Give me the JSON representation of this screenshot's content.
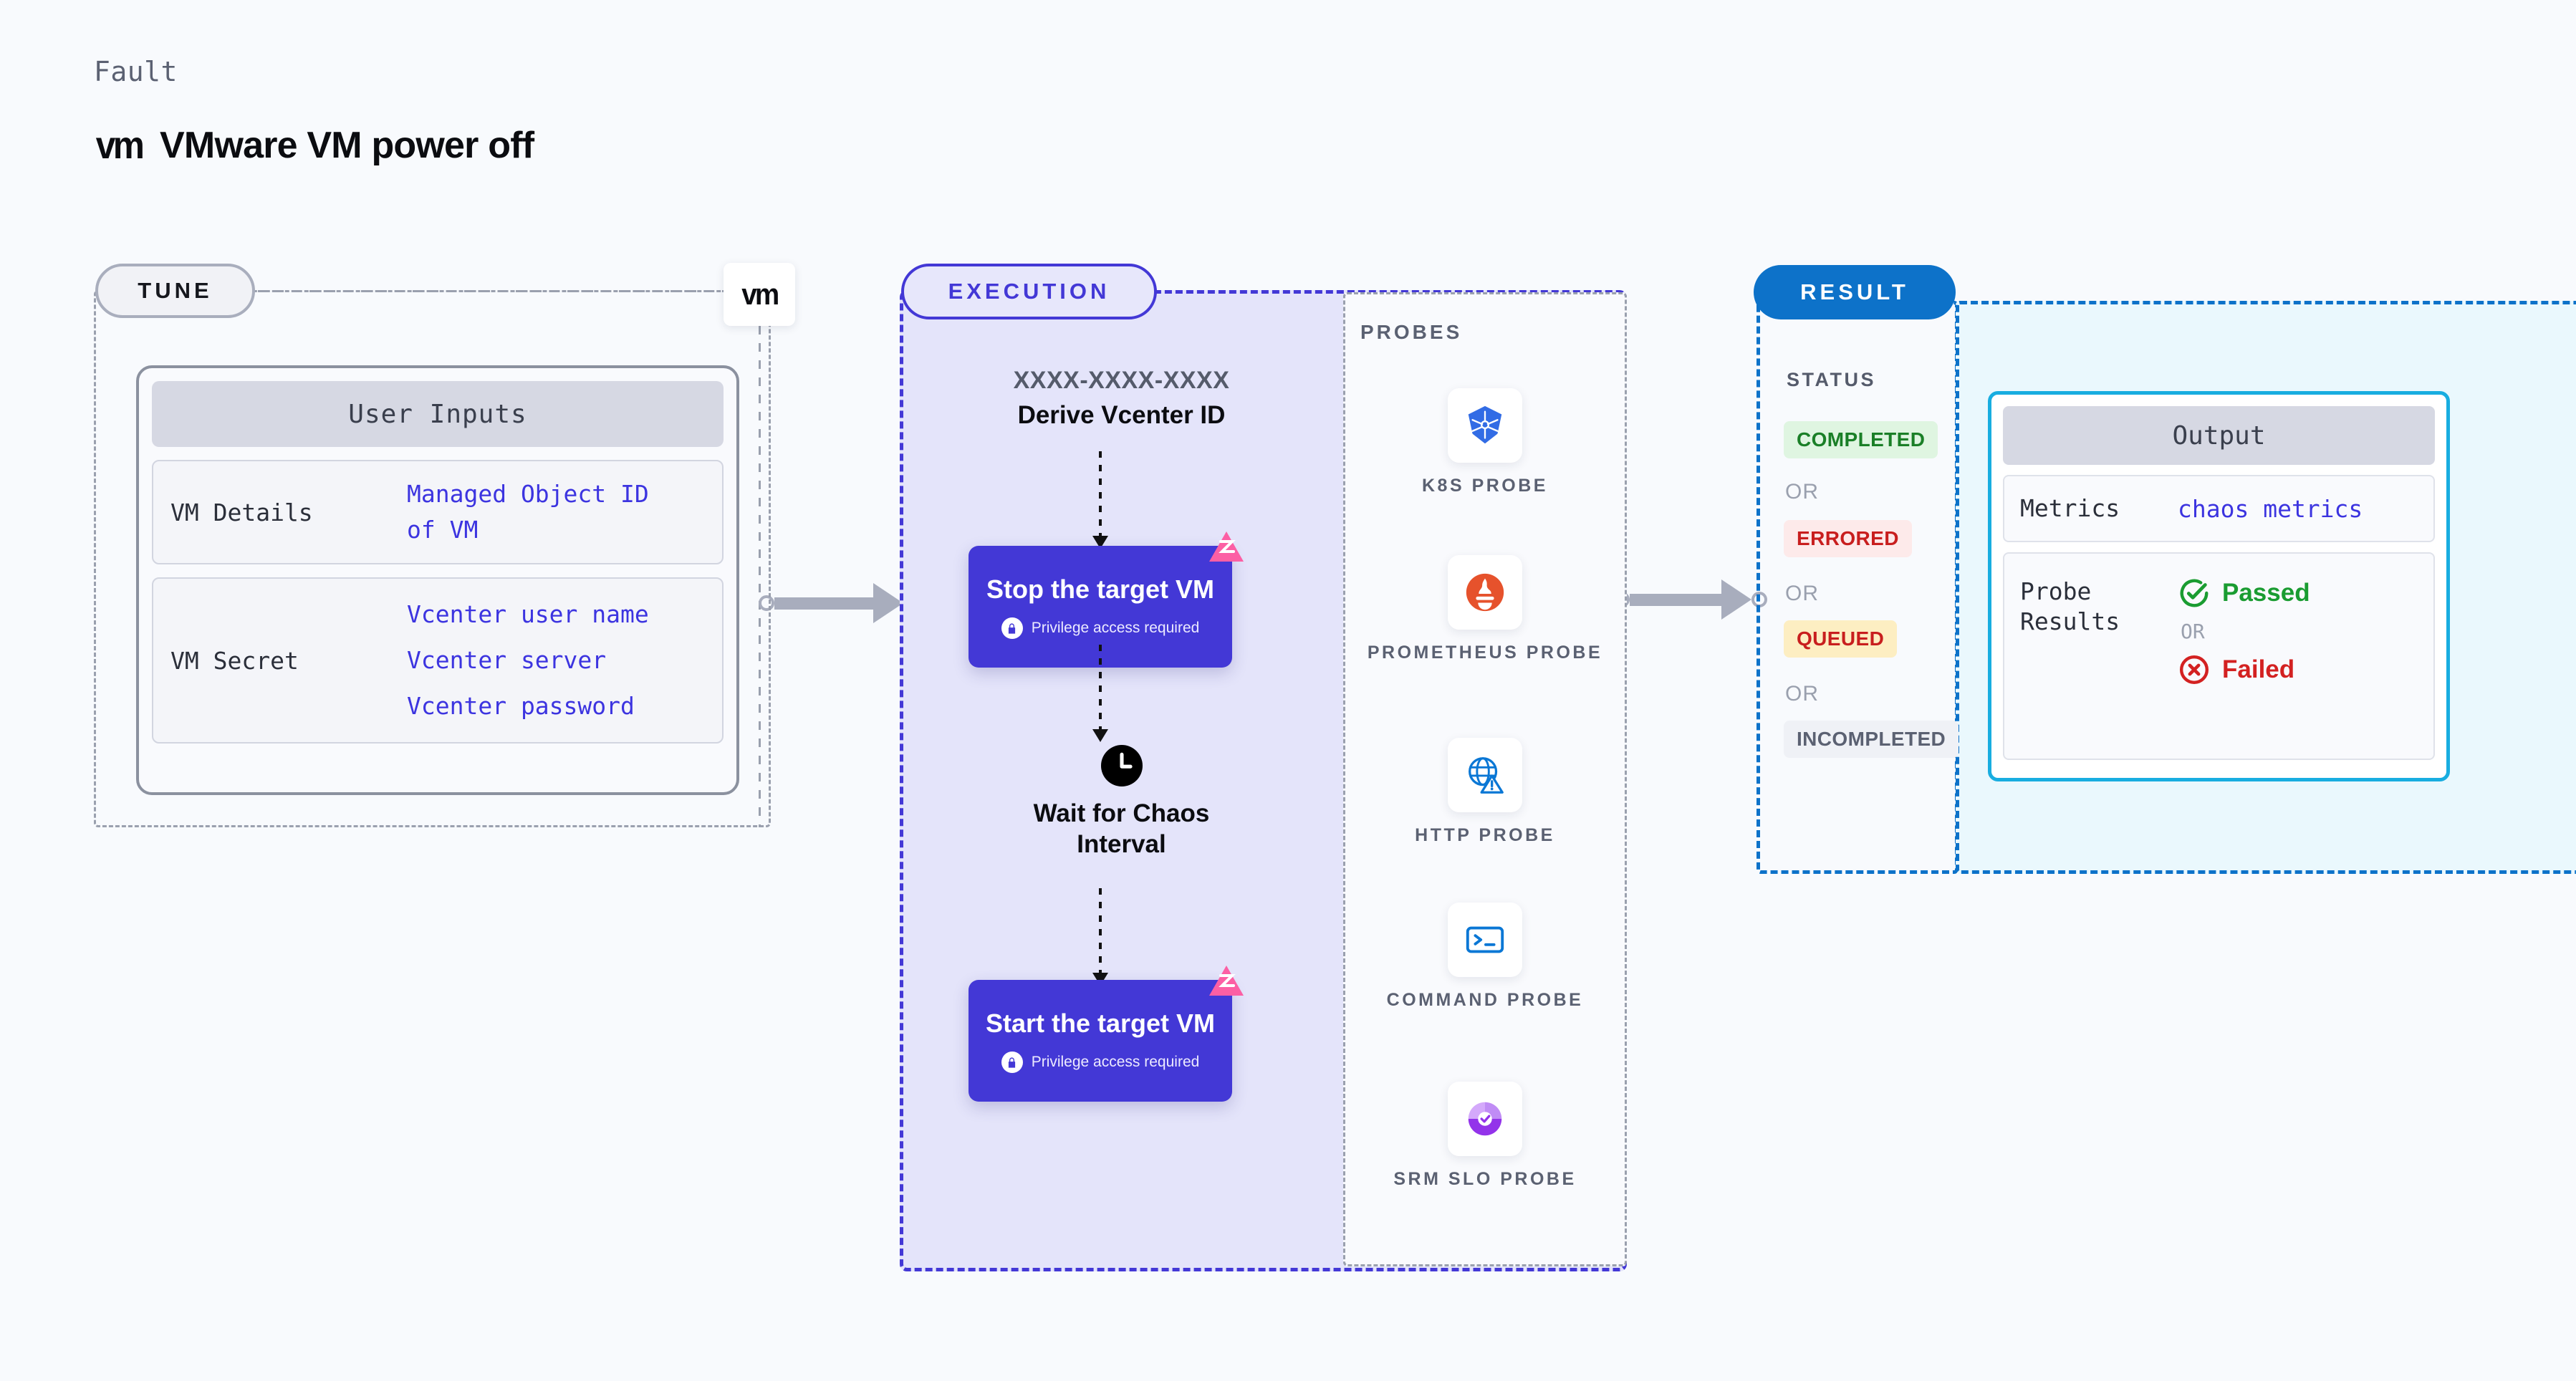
{
  "header": {
    "eyebrow": "Fault",
    "logo_text": "vm",
    "title": "VMware VM power off"
  },
  "stages": {
    "tune": {
      "pill_label": "TUNE",
      "logo_text": "vm"
    },
    "execution": {
      "pill_label": "EXECUTION"
    },
    "result": {
      "pill_label": "RESULT"
    }
  },
  "tune": {
    "card_title": "User Inputs",
    "rows": [
      {
        "label": "VM Details",
        "values": [
          "Managed Object ID",
          "of VM"
        ]
      },
      {
        "label": "VM Secret",
        "values": [
          "Vcenter user name",
          "Vcenter server",
          "Vcenter password"
        ]
      }
    ]
  },
  "execution": {
    "run_id": "XXXX-XXXX-XXXX",
    "run_id_label": "Derive Vcenter ID",
    "steps": [
      {
        "title": "Stop the target VM",
        "note": "Privilege access required"
      },
      {
        "title": "Start the target VM",
        "note": "Privilege access required"
      }
    ],
    "wait_node": {
      "label_line1": "Wait for Chaos",
      "label_line2": "Interval"
    }
  },
  "probes": {
    "title": "PROBES",
    "items": [
      {
        "label": "K8S PROBE",
        "icon": "kubernetes-icon"
      },
      {
        "label": "PROMETHEUS PROBE",
        "icon": "prometheus-icon"
      },
      {
        "label": "HTTP PROBE",
        "icon": "http-globe-warning-icon"
      },
      {
        "label": "COMMAND PROBE",
        "icon": "terminal-icon"
      },
      {
        "label": "SRM SLO PROBE",
        "icon": "srm-slo-icon"
      }
    ]
  },
  "result": {
    "status_title": "STATUS",
    "or_label": "OR",
    "statuses": [
      {
        "label": "COMPLETED",
        "color": "#1a7f27",
        "bg": "#dff5e1"
      },
      {
        "label": "ERRORED",
        "color": "#c81e1e",
        "bg": "#fdeaea"
      },
      {
        "label": "QUEUED",
        "color": "#c81e1e",
        "bg": "#fdeec2"
      },
      {
        "label": "INCOMPLETED",
        "color": "#5b6172",
        "bg": "#eff1f6"
      }
    ]
  },
  "output": {
    "card_title": "Output",
    "metrics_label": "Metrics",
    "metrics_value": "chaos metrics",
    "probe_results_label": "Probe\nResults",
    "probe_results_label_line1": "Probe",
    "probe_results_label_line2": "Results",
    "passed_label": "Passed",
    "failed_label": "Failed",
    "or_label": "OR"
  },
  "colors": {
    "page_bg": "#f8fafd",
    "exec_accent": "#4338d6",
    "exec_panel_bg": "#e4e4fa",
    "result_accent": "#0d72c9",
    "output_panel_bg": "#eaf8fd",
    "output_card_border": "#18ade0",
    "link_blue": "#3c34e0",
    "muted_text": "#5b6172",
    "litmus_pink": "#fc5fa4"
  }
}
